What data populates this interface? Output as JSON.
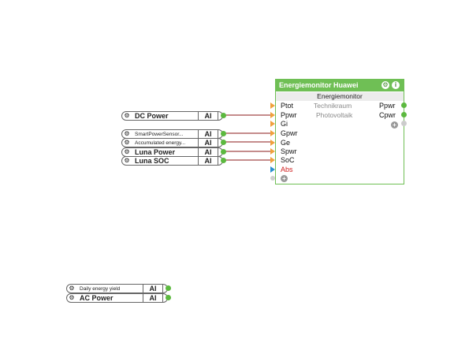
{
  "block": {
    "title": "Energiemonitor Huawei",
    "settings_icon": "gear-icon",
    "info_icon": "info-icon",
    "type": "Energiemonitor",
    "location": "Technikraum",
    "category": "Photovoltaik",
    "inputs": [
      "Ptot",
      "Ppwr",
      "Gi",
      "Gpwr",
      "Ge",
      "Spwr",
      "SoC",
      "Abs"
    ],
    "outputs": [
      "Ppwr",
      "Cpwr"
    ]
  },
  "tiles": [
    {
      "label": "DC Power",
      "type": "AI"
    },
    {
      "label": "SmartPowerSensor...",
      "type": "AI"
    },
    {
      "label": "Accumulated energy...",
      "type": "AI"
    },
    {
      "label": "Luna Power",
      "type": "AI"
    },
    {
      "label": "Luna SOC",
      "type": "AI"
    },
    {
      "label": "Daily energy yield",
      "type": "AI"
    },
    {
      "label": "AC Power",
      "type": "AI"
    }
  ],
  "colors": {
    "block_header": "#6fbf55",
    "wire": "#8b1a1a",
    "connector_green": "#5cb93f",
    "input_marker": "#f0a13c",
    "abs_marker": "#2a8fd0",
    "abs_label": "#d02020"
  }
}
